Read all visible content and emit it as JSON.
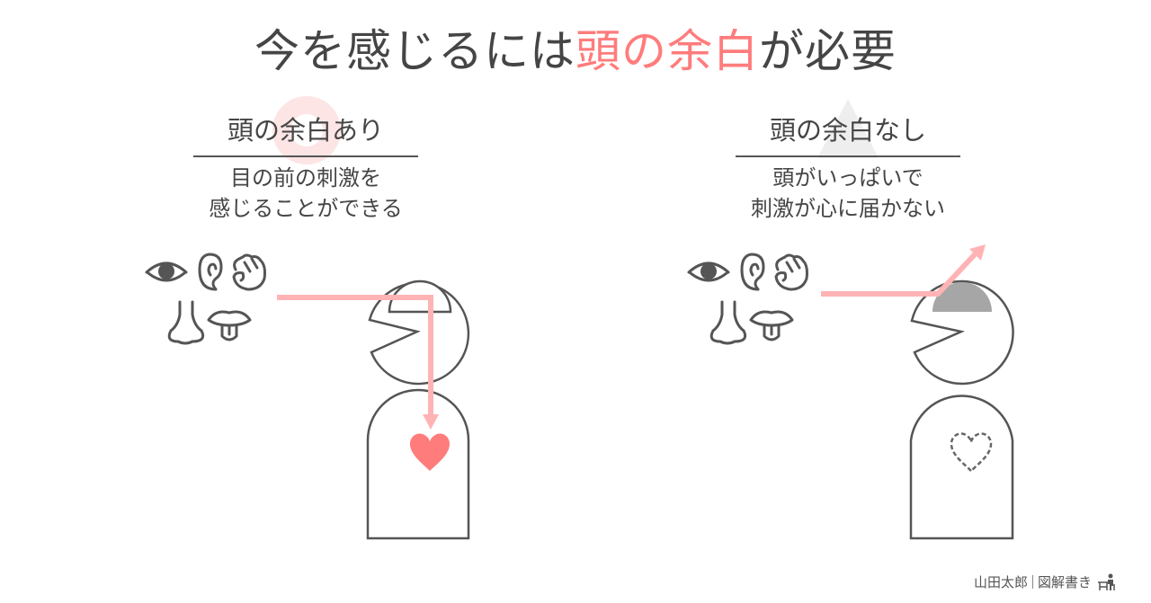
{
  "title": {
    "part1": "今を感じるには",
    "highlight": "頭の余白",
    "part2": "が必要"
  },
  "left_panel": {
    "heading": "頭の余白あり",
    "badge_icon": "circle-ok-icon",
    "desc_line1": "目の前の刺激を",
    "desc_line2": "感じることができる",
    "senses": [
      "eye-icon",
      "ear-icon",
      "hand-icon",
      "nose-icon",
      "tongue-icon"
    ],
    "heart": "filled-heart-icon"
  },
  "right_panel": {
    "heading": "頭の余白なし",
    "badge_icon": "triangle-warning-icon",
    "desc_line1": "頭がいっぱいで",
    "desc_line2": "刺激が心に届かない",
    "senses": [
      "eye-icon",
      "ear-icon",
      "hand-icon",
      "nose-icon",
      "tongue-icon"
    ],
    "heart": "dashed-heart-icon"
  },
  "credit": {
    "author": "山田太郎",
    "label": "図解書き"
  },
  "colors": {
    "accent": "#ff7c7c",
    "arrow": "#ffb3b5",
    "ring": "#fde5e5",
    "triangle": "#eeeeee",
    "outline": "#555555",
    "mind_full": "#a6a6a6"
  }
}
